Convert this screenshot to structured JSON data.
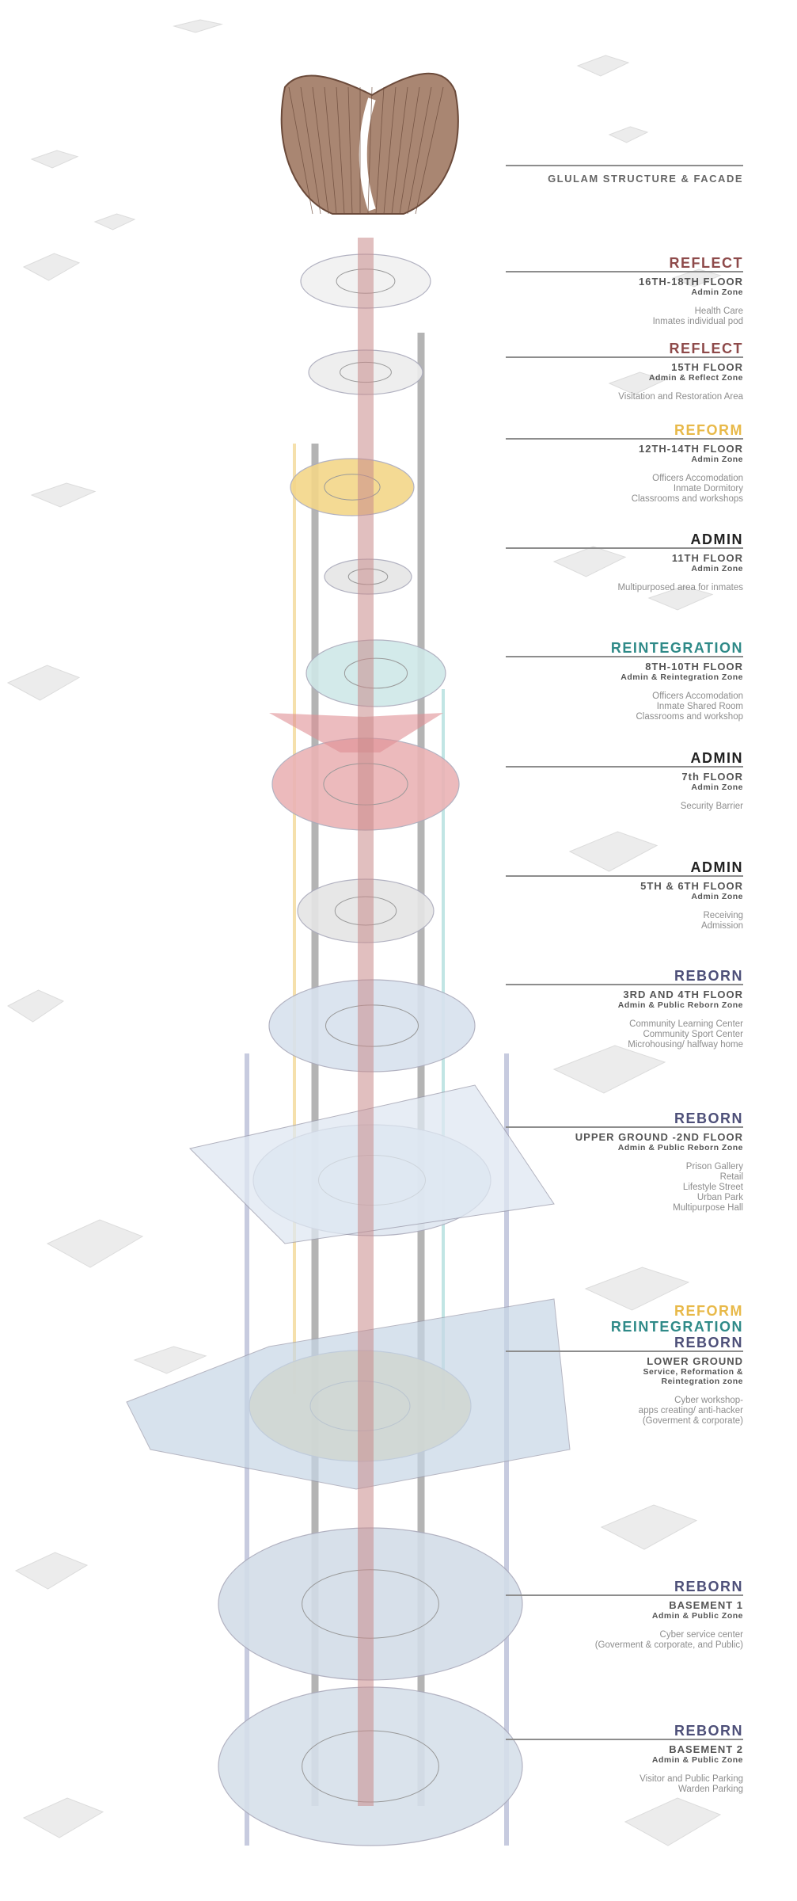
{
  "colors": {
    "reflect": "#8e4a4a",
    "reform": "#e8b949",
    "admin": "#222222",
    "reintegration": "#2f8a88",
    "reborn": "#4e5079",
    "core": "#c98b8b",
    "plate": "#cfdbe6"
  },
  "header": {
    "title": "GLULAM STRUCTURE & FACADE"
  },
  "levels": [
    {
      "zone": [
        "REFLECT"
      ],
      "zone_colors": [
        "reflect"
      ],
      "floor": "16TH-18TH FLOOR",
      "sub": "Admin Zone",
      "desc": [
        "Health Care",
        "Inmates individual pod"
      ]
    },
    {
      "zone": [
        "REFLECT"
      ],
      "zone_colors": [
        "reflect"
      ],
      "floor": "15TH FLOOR",
      "sub": "Admin & Reflect Zone",
      "desc": [
        "Visitation and Restoration Area"
      ]
    },
    {
      "zone": [
        "REFORM"
      ],
      "zone_colors": [
        "reform"
      ],
      "floor": "12TH-14TH FLOOR",
      "sub": "Admin Zone",
      "desc": [
        "Officers Accomodation",
        "Inmate Dormitory",
        "Classrooms and workshops"
      ]
    },
    {
      "zone": [
        "ADMIN"
      ],
      "zone_colors": [
        "admin"
      ],
      "floor": "11TH FLOOR",
      "sub": "Admin Zone",
      "desc": [
        "Multipurposed area for inmates"
      ]
    },
    {
      "zone": [
        "REINTEGRATION"
      ],
      "zone_colors": [
        "reintegration"
      ],
      "floor": "8TH-10TH FLOOR",
      "sub": "Admin & Reintegration Zone",
      "desc": [
        "Officers Accomodation",
        "Inmate Shared Room",
        "Classrooms and workshop"
      ]
    },
    {
      "zone": [
        "ADMIN"
      ],
      "zone_colors": [
        "admin"
      ],
      "floor": "7th FLOOR",
      "sub": "Admin Zone",
      "desc": [
        "Security Barrier"
      ]
    },
    {
      "zone": [
        "ADMIN"
      ],
      "zone_colors": [
        "admin"
      ],
      "floor": "5TH & 6TH FLOOR",
      "sub": "Admin Zone",
      "desc": [
        "Receiving",
        "Admission"
      ]
    },
    {
      "zone": [
        "REBORN"
      ],
      "zone_colors": [
        "reborn"
      ],
      "floor": "3RD AND 4TH FLOOR",
      "sub": "Admin & Public Reborn Zone",
      "desc": [
        "Community Learning Center",
        "Community Sport Center",
        "Microhousing/ halfway home"
      ]
    },
    {
      "zone": [
        "REBORN"
      ],
      "zone_colors": [
        "reborn"
      ],
      "floor": "UPPER GROUND -2ND FLOOR",
      "sub": "Admin & Public Reborn Zone",
      "desc": [
        "Prison Gallery",
        "Retail",
        "Lifestyle Street",
        "Urban Park",
        "Multipurpose Hall"
      ]
    },
    {
      "zone": [
        "REFORM",
        "REINTEGRATION",
        "REBORN"
      ],
      "zone_colors": [
        "reform",
        "reintegration",
        "reborn"
      ],
      "floor": "LOWER GROUND",
      "sub": "Service, Reformation & Reintegration zone",
      "desc": [
        "Cyber workshop-",
        "apps creating/ anti-hacker",
        "(Goverment & corporate)"
      ]
    },
    {
      "zone": [
        "REBORN"
      ],
      "zone_colors": [
        "reborn"
      ],
      "floor": "BASEMENT 1",
      "sub": "Admin & Public Zone",
      "desc": [
        "Cyber service center",
        "(Goverment & corporate, and Public)"
      ]
    },
    {
      "zone": [
        "REBORN"
      ],
      "zone_colors": [
        "reborn"
      ],
      "floor": "BASEMENT 2",
      "sub": "Admin & Public Zone",
      "desc": [
        "Visitor and Public Parking",
        "Warden Parking"
      ]
    }
  ]
}
